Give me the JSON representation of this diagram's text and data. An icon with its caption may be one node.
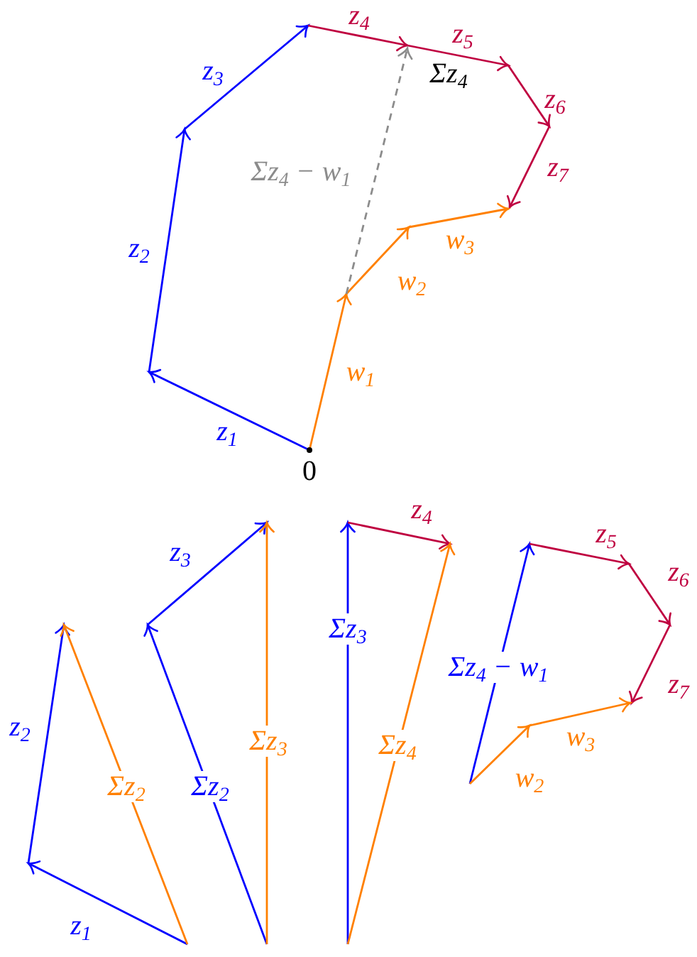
{
  "diagram": {
    "labels": [
      "z$_{4}$",
      "z$_{5}$",
      "Σz$_{4}$",
      "z$_{3}$",
      "z$_{6}$",
      "z$_{7}$",
      "Σz$_{4}$ − w$_{1}$",
      "z$_{2}$",
      "w$_{3}$",
      "w$_{2}$",
      "w$_{1}$",
      "z$_{1}$",
      "0",
      "z$_{4}$",
      "z$_{5}$",
      "z$_{3}$",
      "z$_{6}$",
      "Σz$_{3}$",
      "Σz$_{4}$ − w$_{1}$",
      "z$_{7}$",
      "z$_{2}$",
      "w$_{3}$",
      "Σz$_{3}$",
      "Σz$_{4}$",
      "w$_{2}$",
      "Σz$_{2}$",
      "Σz$_{2}$",
      "z$_{1}$"
    ]
  }
}
